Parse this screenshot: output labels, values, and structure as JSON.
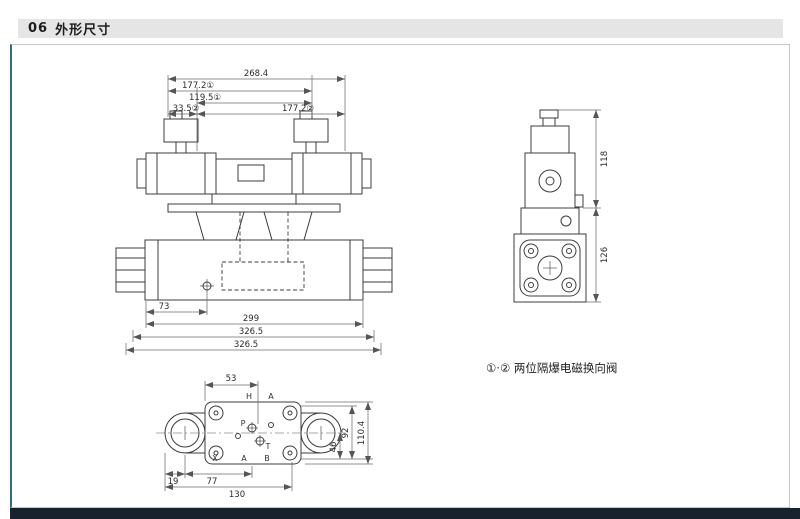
{
  "colors": {
    "accent_left_border": "#2f6d7c",
    "header_background": "#e5e5e5",
    "footer_bar": "#18222e"
  },
  "header": {
    "section_number": "06",
    "title": "外形尺寸"
  },
  "note": "①·② 两位隔爆电磁换向阀",
  "front_view": {
    "dim_268_4": "268.4",
    "dim_177_2_1": "177.2①",
    "dim_119_5_1": "119.5①",
    "dim_33_5_2": "33.5②",
    "dim_177_2_2": "177.2②",
    "dim_73": "73",
    "dim_299": "299",
    "dim_326_5_a": "326.5",
    "dim_326_5_b": "326.5"
  },
  "side_view": {
    "dim_118": "118",
    "dim_126": "126"
  },
  "top_view": {
    "dim_53": "53",
    "dim_92": "92",
    "dim_110_4": "110.4",
    "dim_46": "46",
    "dim_19": "19",
    "dim_77": "77",
    "dim_130": "130",
    "labels": {
      "h": "H",
      "a_top": "A",
      "x": "X",
      "a_bottom": "A",
      "b": "B",
      "p": "P",
      "t": "T"
    }
  }
}
